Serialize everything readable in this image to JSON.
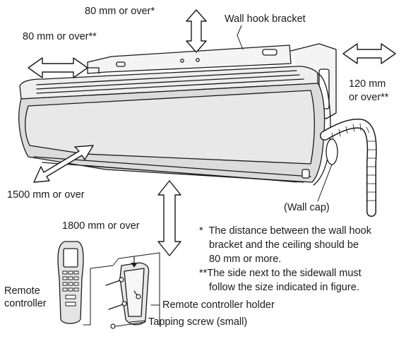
{
  "labels": {
    "top_clearance": "80 mm or over*",
    "wall_hook_bracket": "Wall hook bracket",
    "left_clearance": "80 mm or over**",
    "right_clearance_1": "120 mm",
    "right_clearance_2": "or over**",
    "front_clearance": "1500 mm or over",
    "wall_cap": "(Wall cap)",
    "floor_clearance": "1800 mm or over",
    "remote_controller_1": "Remote",
    "remote_controller_2": "controller",
    "remote_holder": "Remote controller holder",
    "tapping_screw": "Tapping screw (small)"
  },
  "notes": {
    "note1_mark": "*",
    "note1_l1": "The distance between the wall hook",
    "note1_l2": "bracket and the ceiling should be",
    "note1_l3": "80 mm or more.",
    "note2_mark": "**",
    "note2_l1": "The side next to the sidewall must",
    "note2_l2": "follow the size indicated in figure."
  },
  "colors": {
    "line": "#1a1a1a",
    "unit_shade": "#dcdcdc",
    "panel_shade": "#eeeeee",
    "arrow_fill": "#ffffff"
  }
}
